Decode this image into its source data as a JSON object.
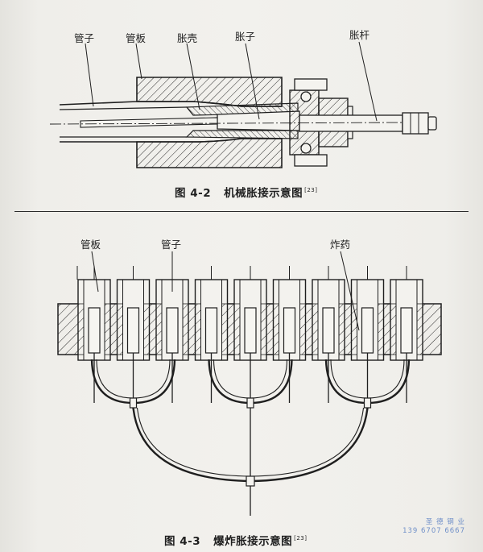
{
  "figure1": {
    "labels": {
      "tube": "管子",
      "tube_sheet": "管板",
      "shell": "胀壳",
      "expander": "胀子",
      "rod": "胀杆"
    },
    "caption_number": "图 4-2",
    "caption_title": "机械胀接示意图",
    "caption_ref": "[23]"
  },
  "figure2": {
    "labels": {
      "tube_sheet": "管板",
      "tube": "管子",
      "explosive": "炸药"
    },
    "caption_number": "图 4-3",
    "caption_title": "爆炸胀接示意图",
    "caption_ref": "[23]"
  },
  "watermark": {
    "line1": "圣 德 钢 业",
    "line2": "139 6707 6667"
  }
}
